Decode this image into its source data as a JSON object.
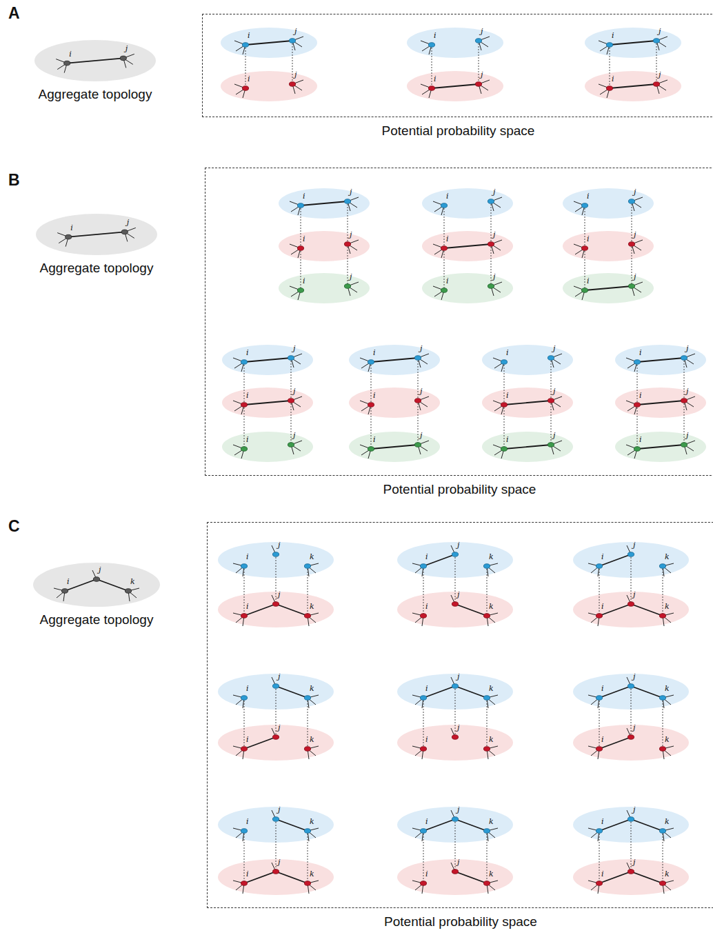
{
  "diagram": {
    "nodes": [
      {
        "text": [
          "Aggregate topology"
        ]
      },
      {
        "text": [
          "Potential probability space"
        ]
      },
      {
        "text": [
          "Aggregate topology"
        ]
      },
      {
        "text": [
          "Potential probability space"
        ]
      },
      {
        "text": [
          "Aggregate topology"
        ]
      },
      {
        "text": [
          "Potential probability space"
        ]
      }
    ],
    "labels": [
      "A",
      "i",
      "j",
      "i",
      "j",
      "i",
      "j",
      "i",
      "j",
      "i",
      "j",
      "i",
      "j",
      "i",
      "j",
      "B",
      "i",
      "j",
      "i",
      "j",
      "i",
      "j",
      "i",
      "j",
      "i",
      "j",
      "i",
      "j",
      "i",
      "j",
      "i",
      "j",
      "i",
      "j",
      "i",
      "j",
      "i",
      "j",
      "i",
      "j",
      "i",
      "j",
      "i",
      "j",
      "i",
      "j",
      "i",
      "j",
      "i",
      "j",
      "i",
      "j",
      "i",
      "j",
      "i",
      "j",
      "i",
      "j",
      "i",
      "j",
      "C",
      "i",
      "j",
      "k",
      "i",
      "j",
      "k",
      "i",
      "j",
      "k",
      "i",
      "j",
      "k",
      "i",
      "j",
      "k",
      "i",
      "j",
      "k",
      "i",
      "j",
      "k",
      "i",
      "j",
      "k",
      "i",
      "j",
      "k",
      "i",
      "j",
      "k",
      "i",
      "j",
      "k",
      "i",
      "j",
      "k",
      "i",
      "j",
      "k",
      "i",
      "j",
      "k",
      "i",
      "j",
      "k",
      "i",
      "j",
      "k",
      "i",
      "j",
      "k",
      "i",
      "j",
      "k",
      "i",
      "j",
      "k"
    ]
  }
}
